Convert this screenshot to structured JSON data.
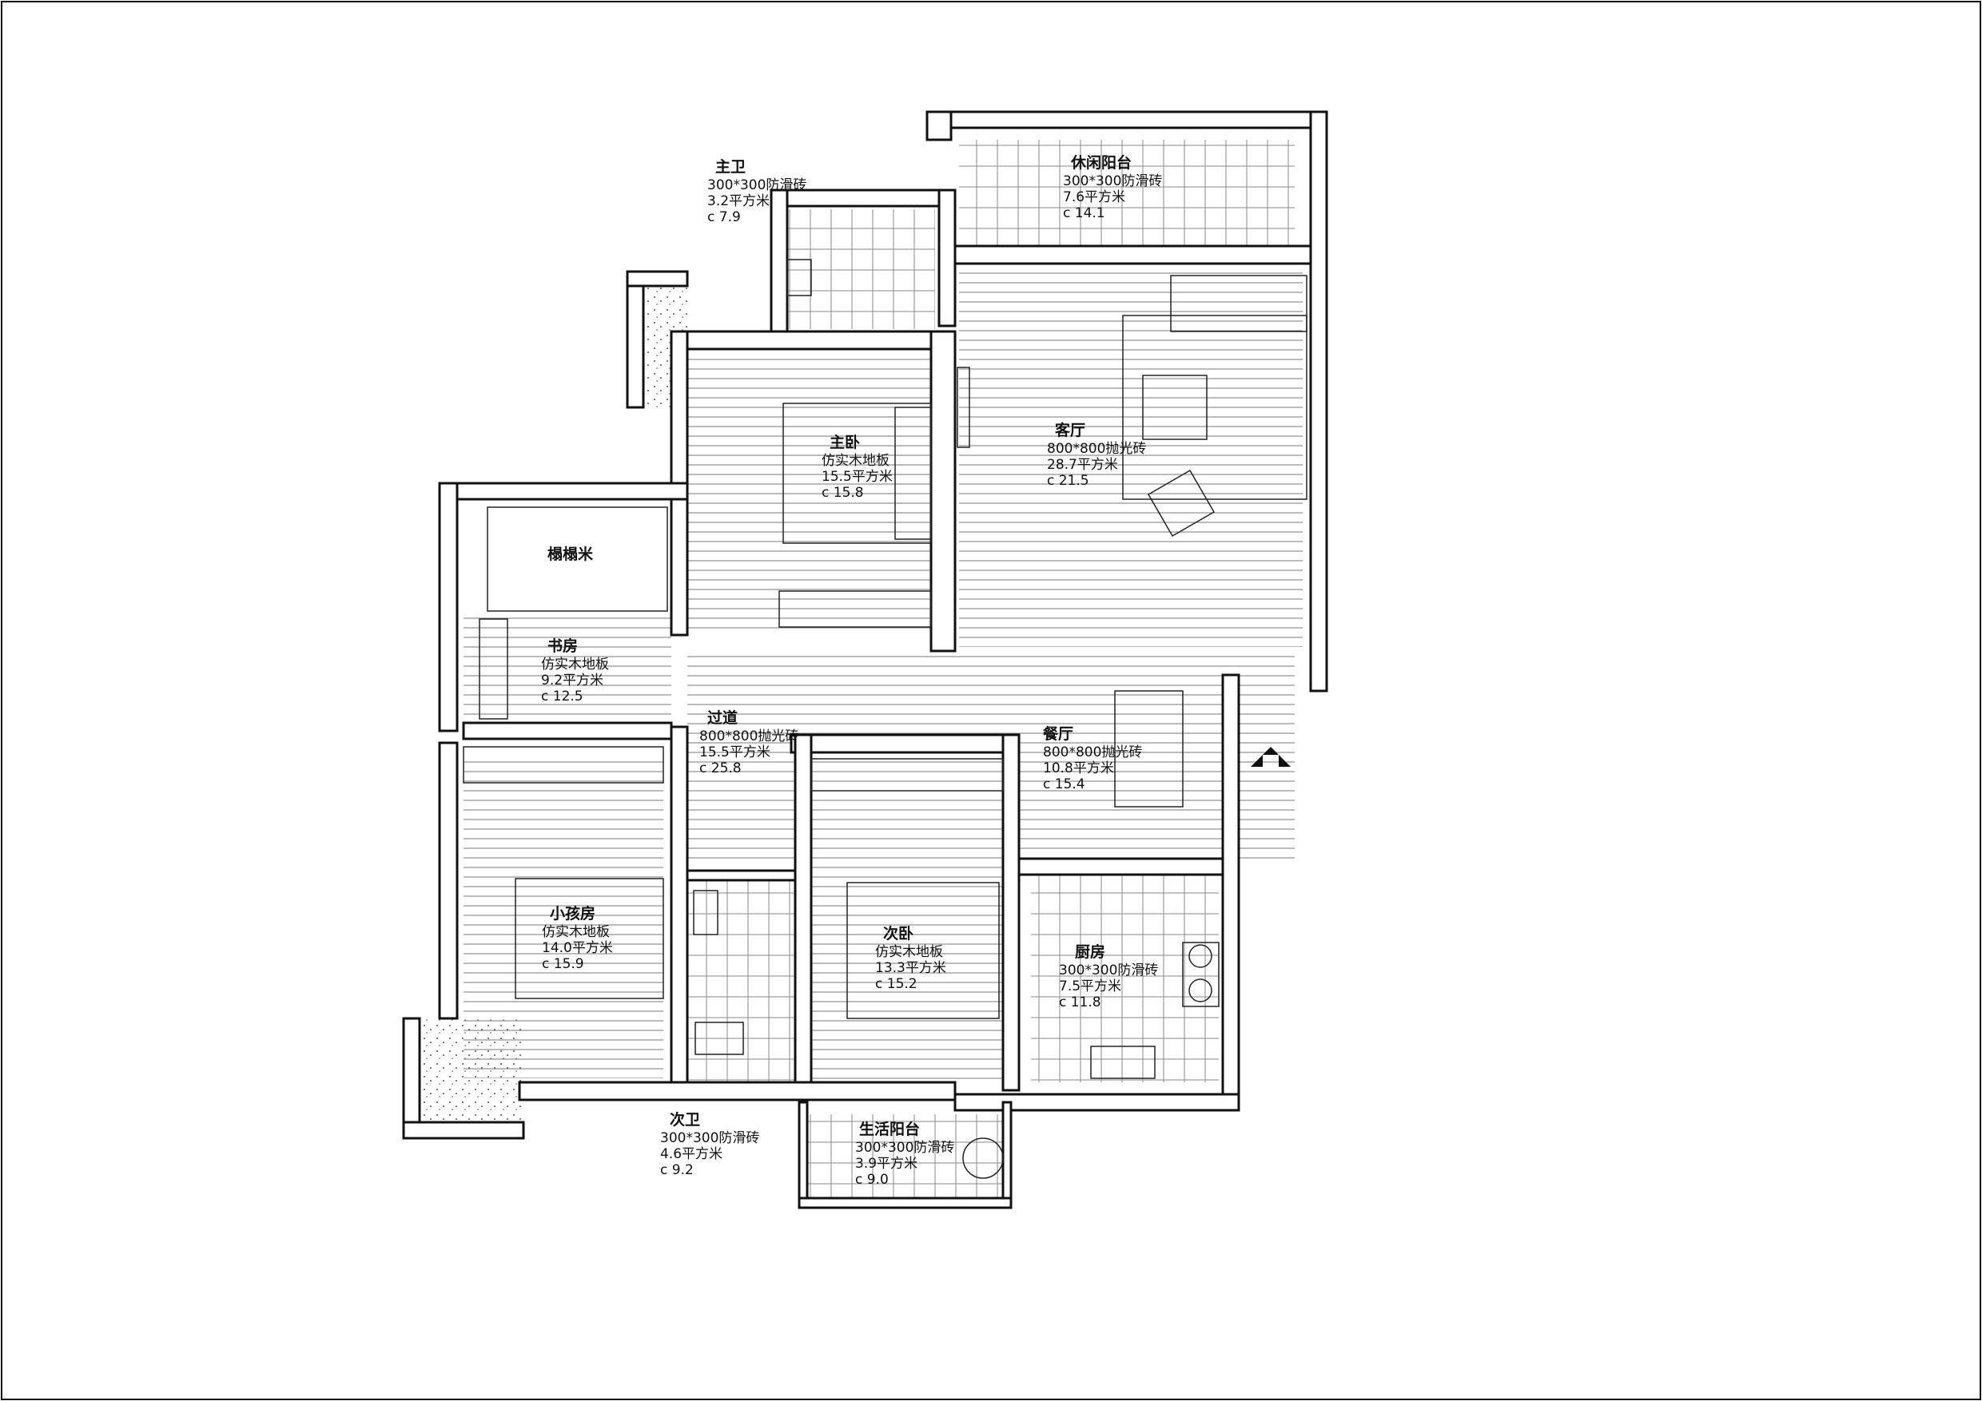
{
  "rooms": [
    {
      "id": "master-bath",
      "name": "主卫",
      "lines": [
        "300*300防滑砖",
        "3.2平方米",
        "c 7.9"
      ]
    },
    {
      "id": "leisure-balcony",
      "name": "休闲阳台",
      "lines": [
        "300*300防滑砖",
        "7.6平方米",
        "c 14.1"
      ]
    },
    {
      "id": "master-bedroom",
      "name": "主卧",
      "lines": [
        "仿实木地板",
        "15.5平方米",
        "c 15.8"
      ]
    },
    {
      "id": "living-room",
      "name": "客厅",
      "lines": [
        "800*800抛光砖",
        "28.7平方米",
        "c 21.5"
      ]
    },
    {
      "id": "tatami",
      "name": "榻榻米",
      "lines": []
    },
    {
      "id": "study",
      "name": "书房",
      "lines": [
        "仿实木地板",
        "9.2平方米",
        "c 12.5"
      ]
    },
    {
      "id": "corridor",
      "name": "过道",
      "lines": [
        "800*800抛光砖",
        "15.5平方米",
        "c 25.8"
      ]
    },
    {
      "id": "dining-room",
      "name": "餐厅",
      "lines": [
        "800*800抛光砖",
        "10.8平方米",
        "c 15.4"
      ]
    },
    {
      "id": "kids-room",
      "name": "小孩房",
      "lines": [
        "仿实木地板",
        "14.0平方米",
        "c 15.9"
      ]
    },
    {
      "id": "second-bedroom",
      "name": "次卧",
      "lines": [
        "仿实木地板",
        "13.3平方米",
        "c 15.2"
      ]
    },
    {
      "id": "kitchen",
      "name": "厨房",
      "lines": [
        "300*300防滑砖",
        "7.5平方米",
        "c 11.8"
      ]
    },
    {
      "id": "second-bath",
      "name": "次卫",
      "lines": [
        "300*300防滑砖",
        "4.6平方米",
        "c 9.2"
      ]
    },
    {
      "id": "utility-balcony",
      "name": "生活阳台",
      "lines": [
        "300*300防滑砖",
        "3.9平方米",
        "c 9.0"
      ]
    }
  ],
  "icons": {
    "entrance": "entrance-arrow-icon"
  }
}
